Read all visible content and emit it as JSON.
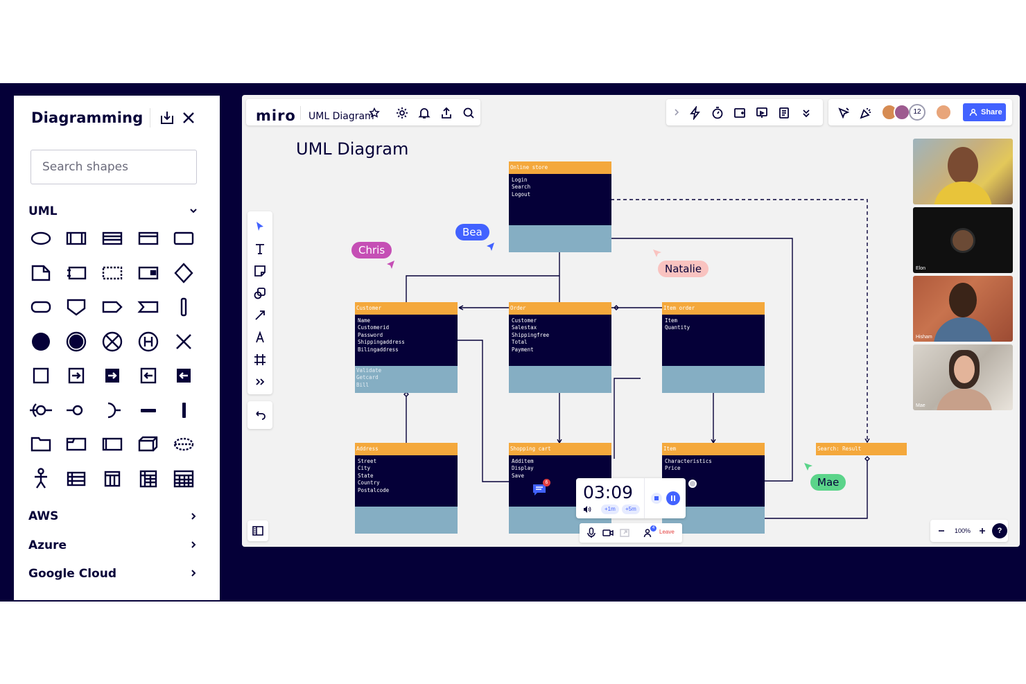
{
  "panel": {
    "title": "Diagramming",
    "search_placeholder": "Search shapes",
    "sections": [
      {
        "label": "UML",
        "expanded": true
      },
      {
        "label": "AWS",
        "expanded": false
      },
      {
        "label": "Azure",
        "expanded": false
      },
      {
        "label": "Google Cloud",
        "expanded": false
      }
    ]
  },
  "board": {
    "logo": "miro",
    "name": "UML Diagram",
    "title": "UML Diagram",
    "share_label": "Share",
    "collaborator_count": "12",
    "zoom": "100%",
    "help": "?"
  },
  "cursors": [
    {
      "name": "Chris",
      "color": "#c54fb5"
    },
    {
      "name": "Bea",
      "color": "#4262ff"
    },
    {
      "name": "Natalie",
      "color": "#f9c3c0"
    },
    {
      "name": "Mae",
      "color": "#5bd48a"
    }
  ],
  "uml": {
    "online_store": {
      "header": "Online store",
      "body": "Login\nSearch\nLogout",
      "footer": ""
    },
    "customer": {
      "header": "Customer",
      "body": "Name\nCustomerid\nPassword\nShippingaddress\nBilingaddress",
      "footer": "Validate\nGetcard\nBill"
    },
    "order": {
      "header": "Order",
      "body": "Customer\nSalestax\nShippingfree\nTotal\nPayment",
      "footer": ""
    },
    "item_order": {
      "header": "Item order",
      "body": "Item\nQuantity",
      "footer": ""
    },
    "address": {
      "header": "Address",
      "body": "Street\nCity\nState\nCountry\nPostalcode",
      "footer": ""
    },
    "shopping_cart": {
      "header": "Shopping cart",
      "body": "Additem\nDisplay\nSave",
      "footer": ""
    },
    "item": {
      "header": "Item",
      "body": "Characteristics\nPrice",
      "footer": ""
    },
    "search_result": {
      "header": "Search: Result"
    }
  },
  "chat_badge": "6",
  "timer": {
    "time": "03:09",
    "add1": "+1m",
    "add5": "+5m"
  },
  "call": {
    "leave": "Leave",
    "participants_badge": "4"
  },
  "videos": [
    {
      "name": ""
    },
    {
      "name": "Elon"
    },
    {
      "name": "Hisham"
    },
    {
      "name": "Mae"
    }
  ],
  "colors": {
    "header": "#f4a83c",
    "body": "#050038",
    "footer": "#85aec3",
    "accent": "#4262ff"
  }
}
